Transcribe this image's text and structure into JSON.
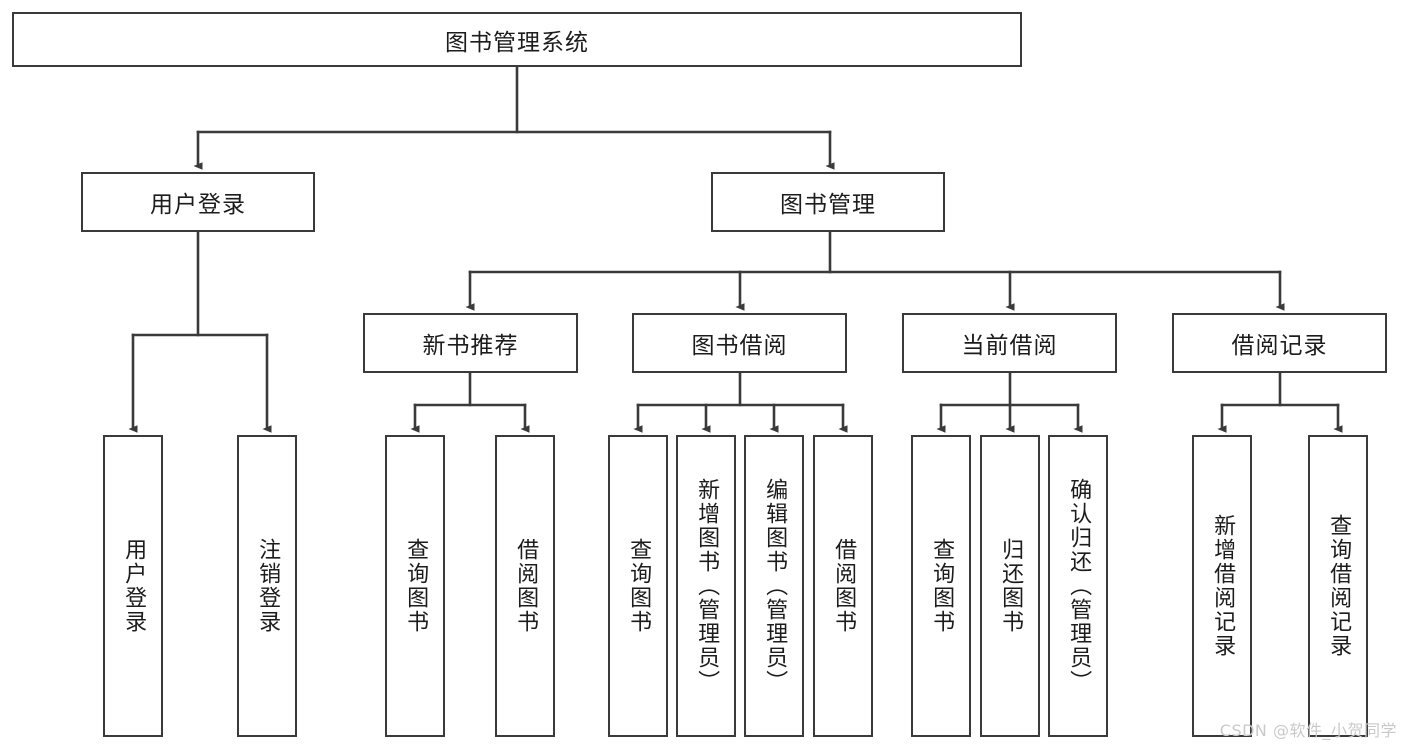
{
  "diagram": {
    "type": "tree",
    "title": "图书管理系统",
    "root": {
      "label": "图书管理系统"
    },
    "level2": [
      {
        "label": "用户登录"
      },
      {
        "label": "图书管理"
      }
    ],
    "level3": [
      {
        "label": "新书推荐"
      },
      {
        "label": "图书借阅"
      },
      {
        "label": "当前借阅"
      },
      {
        "label": "借阅记录"
      }
    ],
    "leaves": {
      "user_login": [
        {
          "label": "用户登录"
        },
        {
          "label": "注销登录"
        }
      ],
      "new_book": [
        {
          "label": "查询图书"
        },
        {
          "label": "借阅图书"
        }
      ],
      "book_borrow": [
        {
          "label": "查询图书"
        },
        {
          "label": "新增图书（管理员）"
        },
        {
          "label": "编辑图书（管理员）"
        },
        {
          "label": "借阅图书"
        }
      ],
      "current_borrow": [
        {
          "label": "查询图书"
        },
        {
          "label": "归还图书"
        },
        {
          "label": "确认归还（管理员）"
        }
      ],
      "borrow_record": [
        {
          "label": "新增借阅记录"
        },
        {
          "label": "查询借阅记录"
        }
      ]
    },
    "colors": {
      "box_border": "#3a3a3a",
      "box_fill": "#ffffff",
      "line": "#3a3a3a",
      "text": "#1c1c1c",
      "background": "#ffffff",
      "watermark": "#c9c9c9"
    }
  },
  "watermark": {
    "text": "CSDN @软件_小贺同学"
  }
}
